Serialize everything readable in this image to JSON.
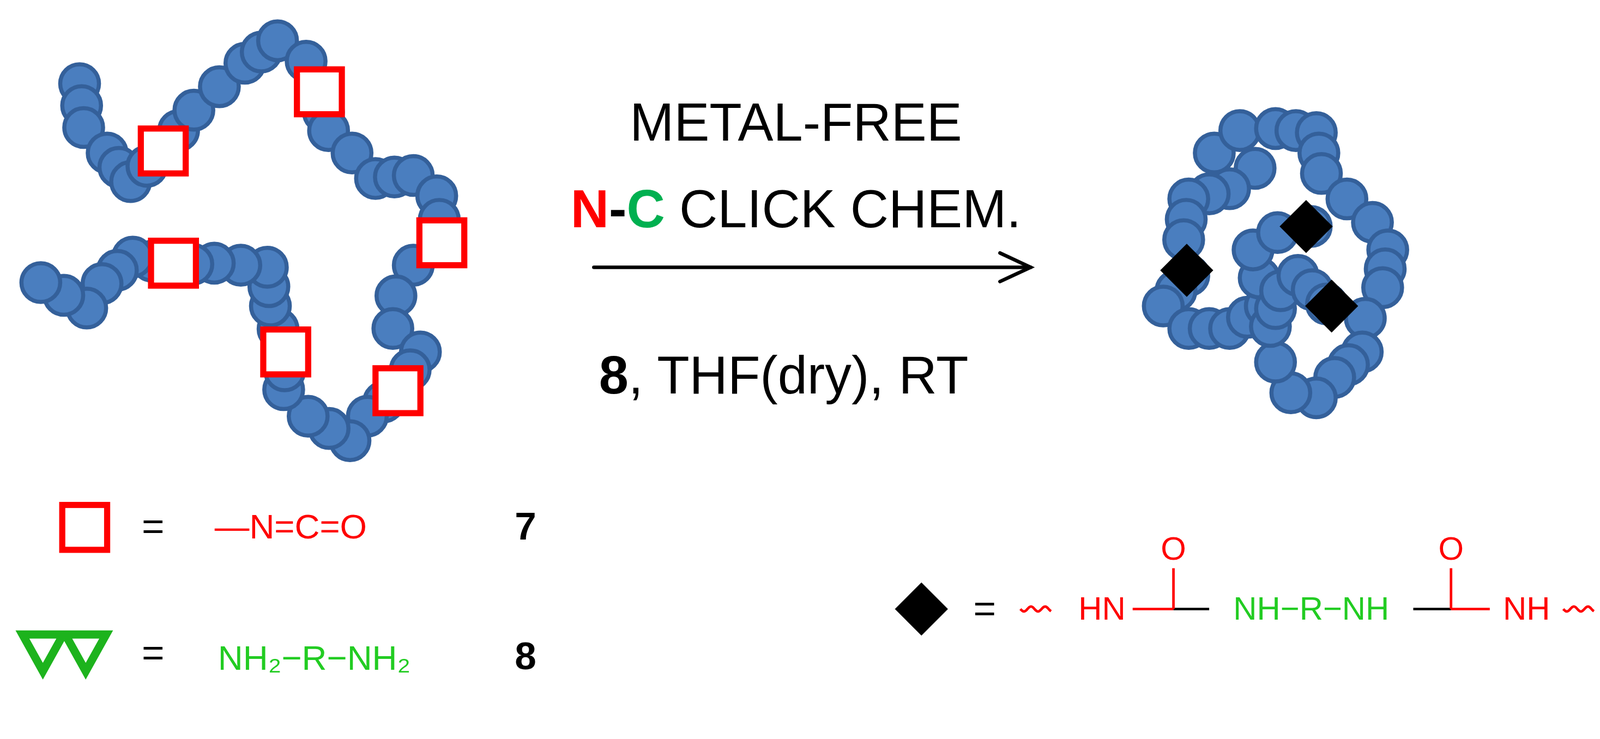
{
  "diagram": {
    "labels": [
      "METAL-FREE",
      "N",
      "-",
      "C",
      "CLICK CHEM.",
      "8",
      ", THF(dry), RT",
      "=",
      "—N=C=O",
      "7",
      "=",
      "NH₂−R−NH₂",
      "8",
      "=",
      "HN",
      "O",
      "NH−R−NH",
      "O",
      "NH"
    ]
  }
}
